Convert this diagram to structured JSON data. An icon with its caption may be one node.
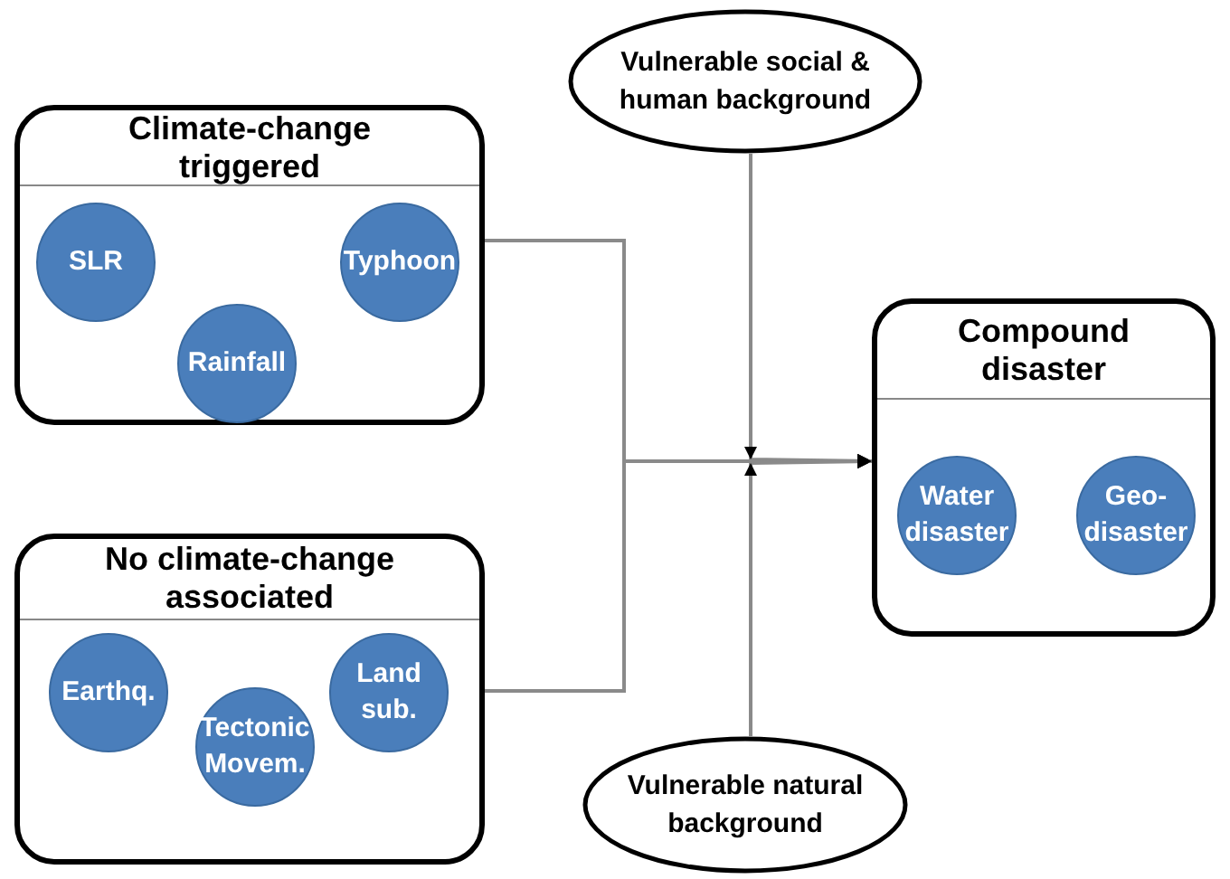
{
  "diagram": {
    "nodes": [
      {
        "text": [
          "Climate-change triggered"
        ]
      },
      {
        "text": [
          "SLR"
        ],
        "in": 0
      },
      {
        "text": [
          "Typhoon"
        ],
        "in": 0
      },
      {
        "text": [
          "Rainfall"
        ],
        "in": 0
      },
      {
        "text": [
          "Vulnerable social & human background"
        ]
      },
      {
        "text": [
          "Compound disaster"
        ]
      },
      {
        "text": [
          "Water disaster"
        ],
        "in": 5
      },
      {
        "text": [
          "Geo-disaster"
        ],
        "in": 5
      },
      {
        "text": [
          "No climate-change associated"
        ]
      },
      {
        "text": [
          "Earthq."
        ],
        "in": 8
      },
      {
        "text": [
          "Land sub."
        ],
        "in": 8
      },
      {
        "text": [
          "Tectonic Movem."
        ],
        "in": 8
      },
      {
        "text": [
          "Vulnerable natural background"
        ]
      }
    ],
    "edges": [
      {
        "from": 0,
        "to": 5,
        "arrow": "to"
      },
      {
        "from": 8,
        "to": 5,
        "arrow": "to"
      },
      {
        "from": 4,
        "to": 5,
        "arrow": "to"
      },
      {
        "from": 12,
        "to": 5,
        "arrow": "to"
      }
    ]
  }
}
